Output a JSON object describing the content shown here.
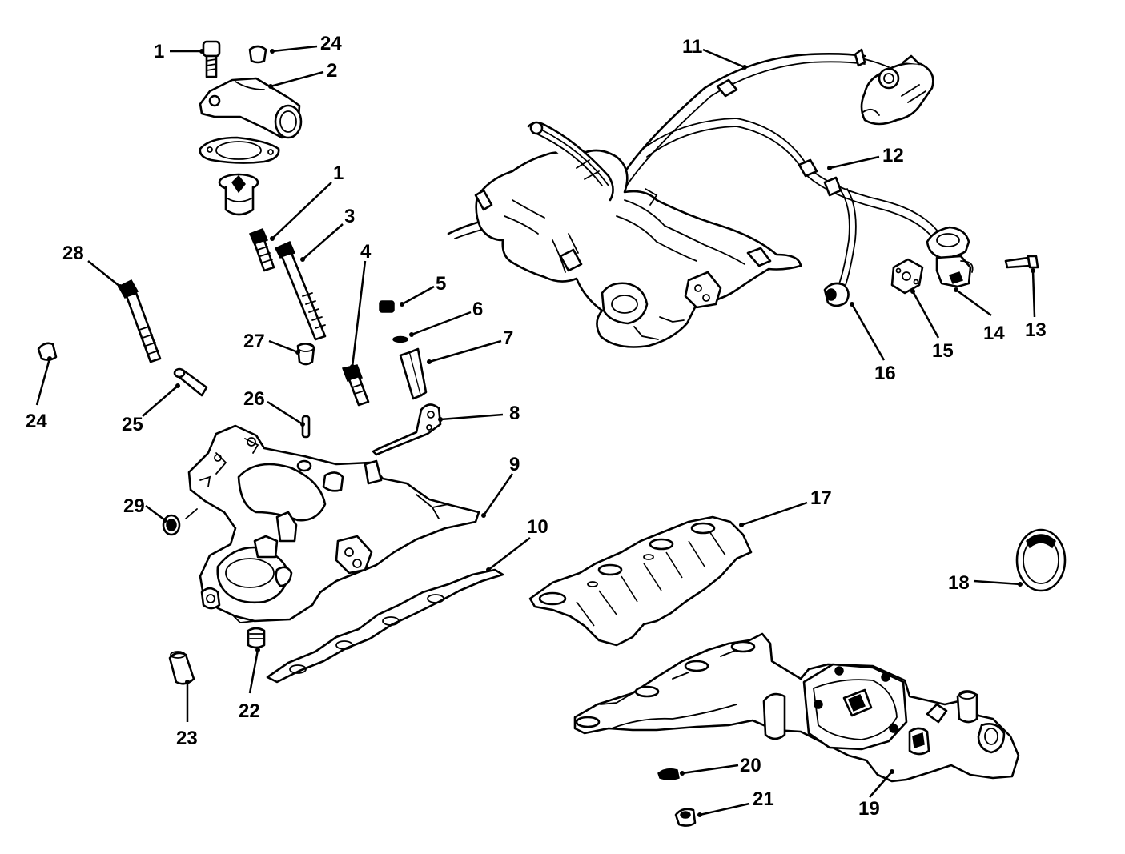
{
  "callouts": [
    "1",
    "24",
    "2",
    "1",
    "3",
    "28",
    "4",
    "5",
    "6",
    "7",
    "27",
    "24",
    "25",
    "26",
    "8",
    "29",
    "9",
    "10",
    "22",
    "23",
    "11",
    "12",
    "13",
    "14",
    "15",
    "16",
    "17",
    "18",
    "19",
    "20",
    "21"
  ]
}
